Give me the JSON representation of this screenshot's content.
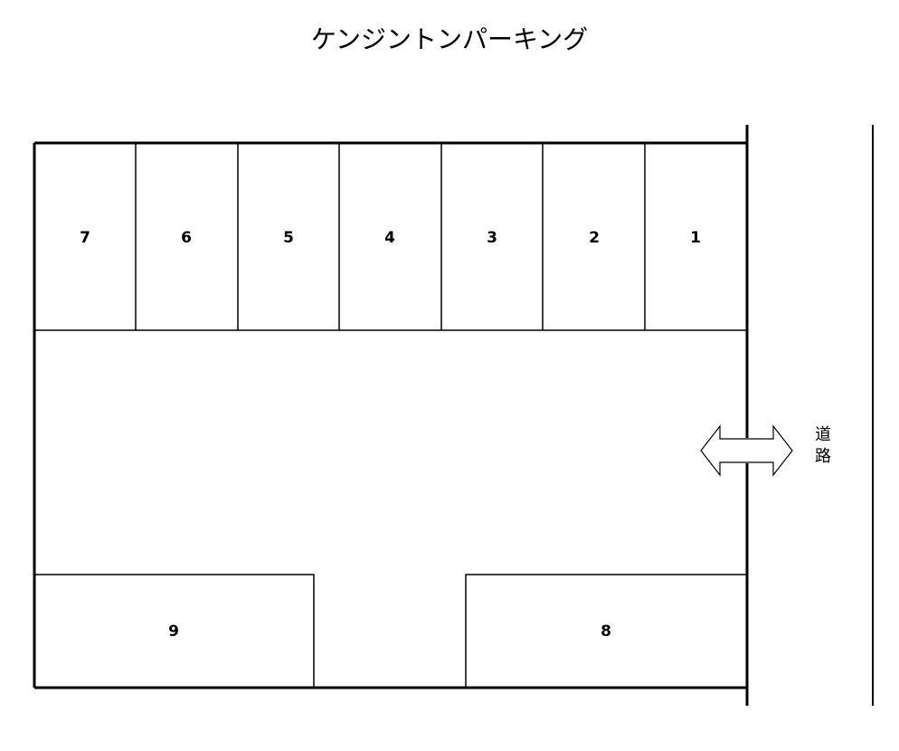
{
  "title": "ケンジントンパーキング",
  "road_label": "道路",
  "top_spaces": [
    "7",
    "6",
    "5",
    "4",
    "3",
    "2",
    "1"
  ],
  "bottom_spaces": [
    "9",
    "8"
  ],
  "entrance_arrow": "double-arrow-icon"
}
